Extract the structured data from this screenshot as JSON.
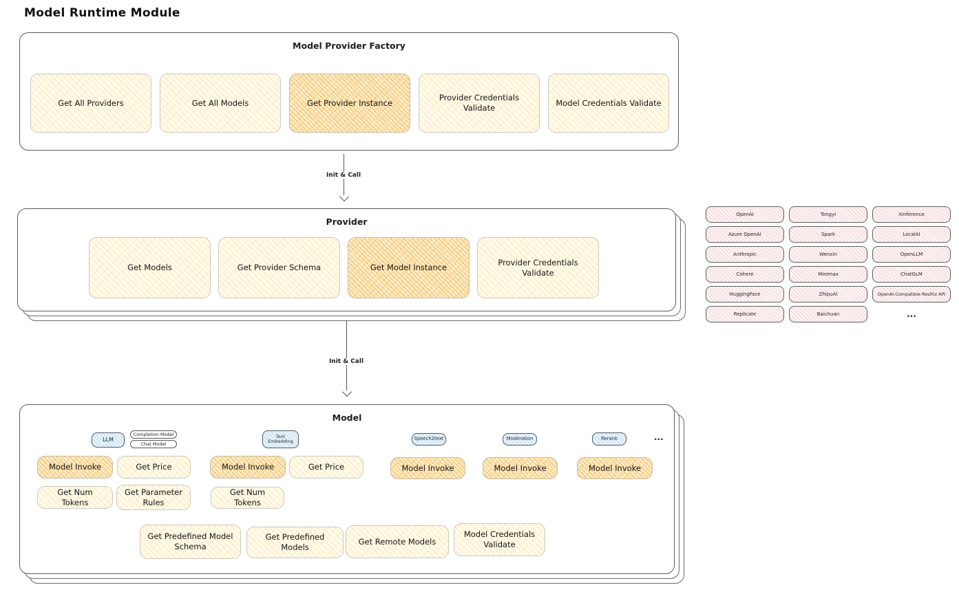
{
  "page": {
    "title": "Model Runtime Module"
  },
  "colors": {
    "node_yellow": "#fffbea",
    "node_highlight_orange": "#fcecc8",
    "provider_pink": "#fdf3f3",
    "tag_blue": "#e8f3fb"
  },
  "factory": {
    "title": "Model Provider Factory",
    "methods": [
      {
        "label": "Get All Providers",
        "highlight": false
      },
      {
        "label": "Get All Models",
        "highlight": false
      },
      {
        "label": "Get Provider Instance",
        "highlight": true
      },
      {
        "label": "Provider Credentials Validate",
        "highlight": false
      },
      {
        "label": "Model Credentials Validate",
        "highlight": false
      }
    ]
  },
  "arrows": {
    "factory_to_provider": "Init & Call",
    "provider_to_model": "Init & Call"
  },
  "provider": {
    "title": "Provider",
    "methods": [
      {
        "label": "Get Models",
        "highlight": false
      },
      {
        "label": "Get Provider Schema",
        "highlight": false
      },
      {
        "label": "Get Model Instance",
        "highlight": true
      },
      {
        "label": "Provider Credentials Validate",
        "highlight": false
      }
    ]
  },
  "providers_list": {
    "items": [
      "OpenAI",
      "Tongyi",
      "Xinference",
      "Azure OpenAI",
      "Spark",
      "LocalAI",
      "Anthropic",
      "Wenxin",
      "OpenLLM",
      "Cohere",
      "Minimax",
      "ChatGLM",
      "HuggingFace",
      "ZhipuAI",
      "OpenAI-Compatible Restful API",
      "Replicate",
      "Baichuan",
      "..."
    ]
  },
  "model": {
    "title": "Model",
    "more_label": "...",
    "groups": [
      {
        "tag": "LLM",
        "sub_tags": [
          "Completion Model",
          "Chat Model"
        ],
        "methods": [
          {
            "label": "Model Invoke",
            "highlight": true
          },
          {
            "label": "Get Price",
            "highlight": false
          },
          {
            "label": "Get Num Tokens",
            "highlight": false
          },
          {
            "label": "Get Parameter Rules",
            "highlight": false
          }
        ]
      },
      {
        "tag": "Text Embedding",
        "methods": [
          {
            "label": "Model Invoke",
            "highlight": true
          },
          {
            "label": "Get Price",
            "highlight": false
          },
          {
            "label": "Get Num Tokens",
            "highlight": false
          }
        ]
      },
      {
        "tag": "Speech2text",
        "methods": [
          {
            "label": "Model Invoke",
            "highlight": true
          }
        ]
      },
      {
        "tag": "Moderation",
        "methods": [
          {
            "label": "Model Invoke",
            "highlight": true
          }
        ]
      },
      {
        "tag": "Rerank",
        "methods": [
          {
            "label": "Model Invoke",
            "highlight": true
          }
        ]
      }
    ],
    "shared_methods": [
      "Get Predefined Model Schema",
      "Get Predefined Models",
      "Get Remote Models",
      "Model Credentials Validate"
    ]
  }
}
